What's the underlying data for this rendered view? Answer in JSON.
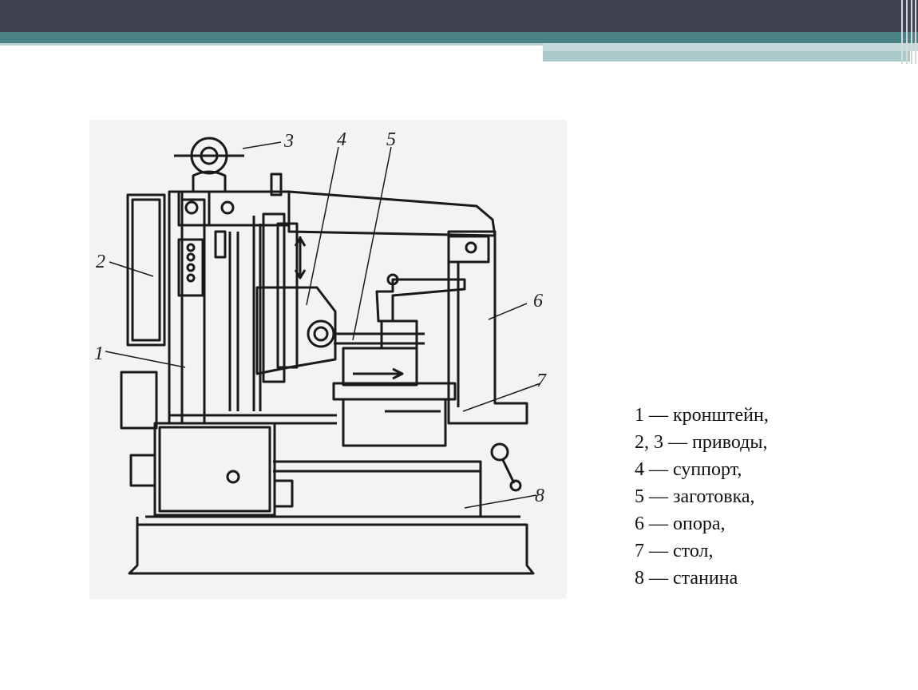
{
  "diagram": {
    "labels": [
      "1",
      "2",
      "3",
      "4",
      "5",
      "6",
      "7",
      "8"
    ]
  },
  "legend": {
    "items": [
      "1 — кронштейн,",
      "2, 3 — приводы,",
      "4 — суппорт,",
      "5 — заготовка,",
      "6 — опора,",
      "7 — стол,",
      "8 — станина"
    ]
  }
}
